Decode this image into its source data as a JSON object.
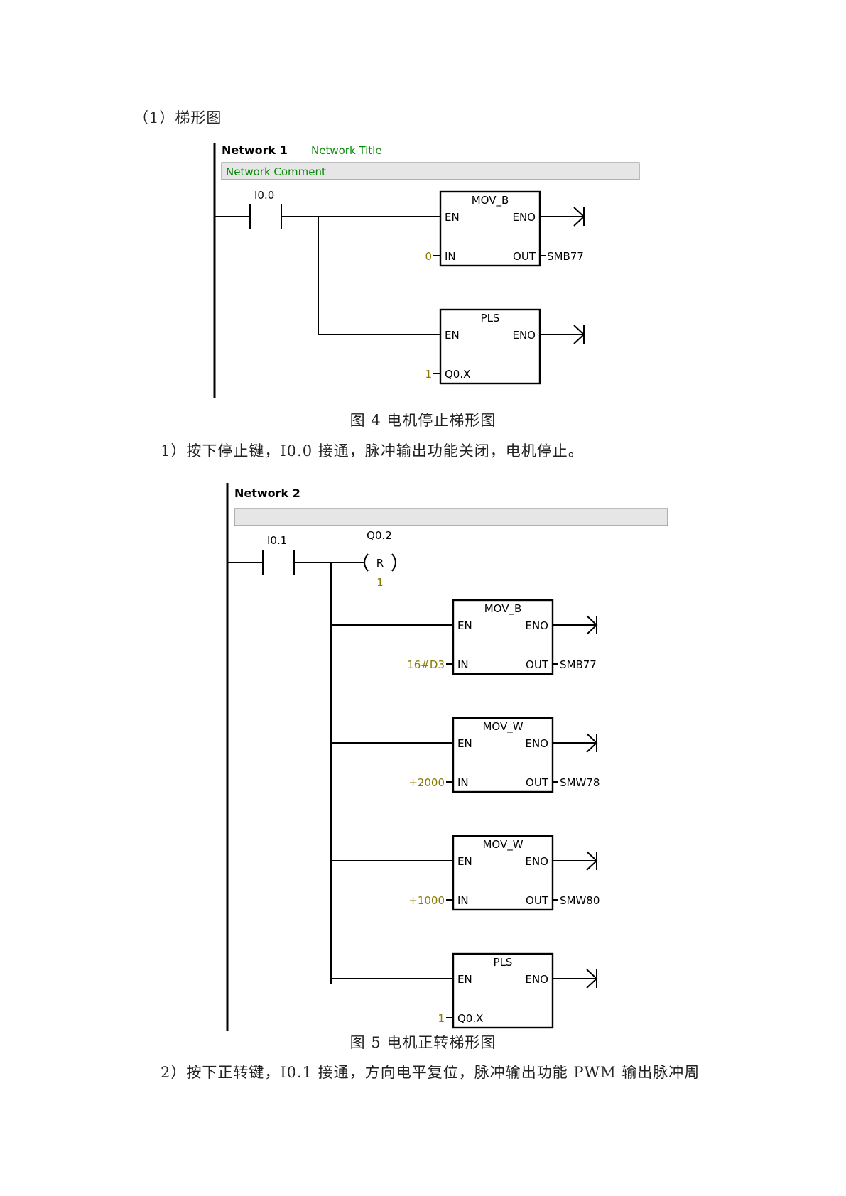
{
  "section_heading": "（1）梯形图",
  "figure1": {
    "network_label": "Network 1",
    "network_title": "Network Title",
    "network_comment": "Network Comment",
    "contact": "I0.0",
    "boxes": [
      {
        "name": "MOV_B",
        "en": "EN",
        "eno": "ENO",
        "in_label": "IN",
        "out_label": "OUT",
        "in_value": "0",
        "out_value": "SMB77"
      },
      {
        "name": "PLS",
        "en": "EN",
        "eno": "ENO",
        "in_label": "Q0.X",
        "in_value": "1"
      }
    ]
  },
  "caption1": "图 4  电机停止梯形图",
  "paragraph1": "1）按下停止键，I0.0 接通，脉冲输出功能关闭，电机停止。",
  "figure2": {
    "network_label": "Network 2",
    "contact": "I0.1",
    "coil": {
      "address": "Q0.2",
      "type": "R",
      "count": "1"
    },
    "boxes": [
      {
        "name": "MOV_B",
        "en": "EN",
        "eno": "ENO",
        "in_label": "IN",
        "out_label": "OUT",
        "in_value": "16#D3",
        "out_value": "SMB77"
      },
      {
        "name": "MOV_W",
        "en": "EN",
        "eno": "ENO",
        "in_label": "IN",
        "out_label": "OUT",
        "in_value": "+2000",
        "out_value": "SMW78"
      },
      {
        "name": "MOV_W",
        "en": "EN",
        "eno": "ENO",
        "in_label": "IN",
        "out_label": "OUT",
        "in_value": "+1000",
        "out_value": "SMW80"
      },
      {
        "name": "PLS",
        "en": "EN",
        "eno": "ENO",
        "in_label": "Q0.X",
        "in_value": "1"
      }
    ]
  },
  "caption2": "图 5  电机正转梯形图",
  "paragraph2": "2）按下正转键，I0.1 接通，方向电平复位，脉冲输出功能 PWM 输出脉冲周",
  "colors": {
    "constant": "#8a7a00",
    "comment": "#0a8a0a",
    "wire": "#000000"
  }
}
